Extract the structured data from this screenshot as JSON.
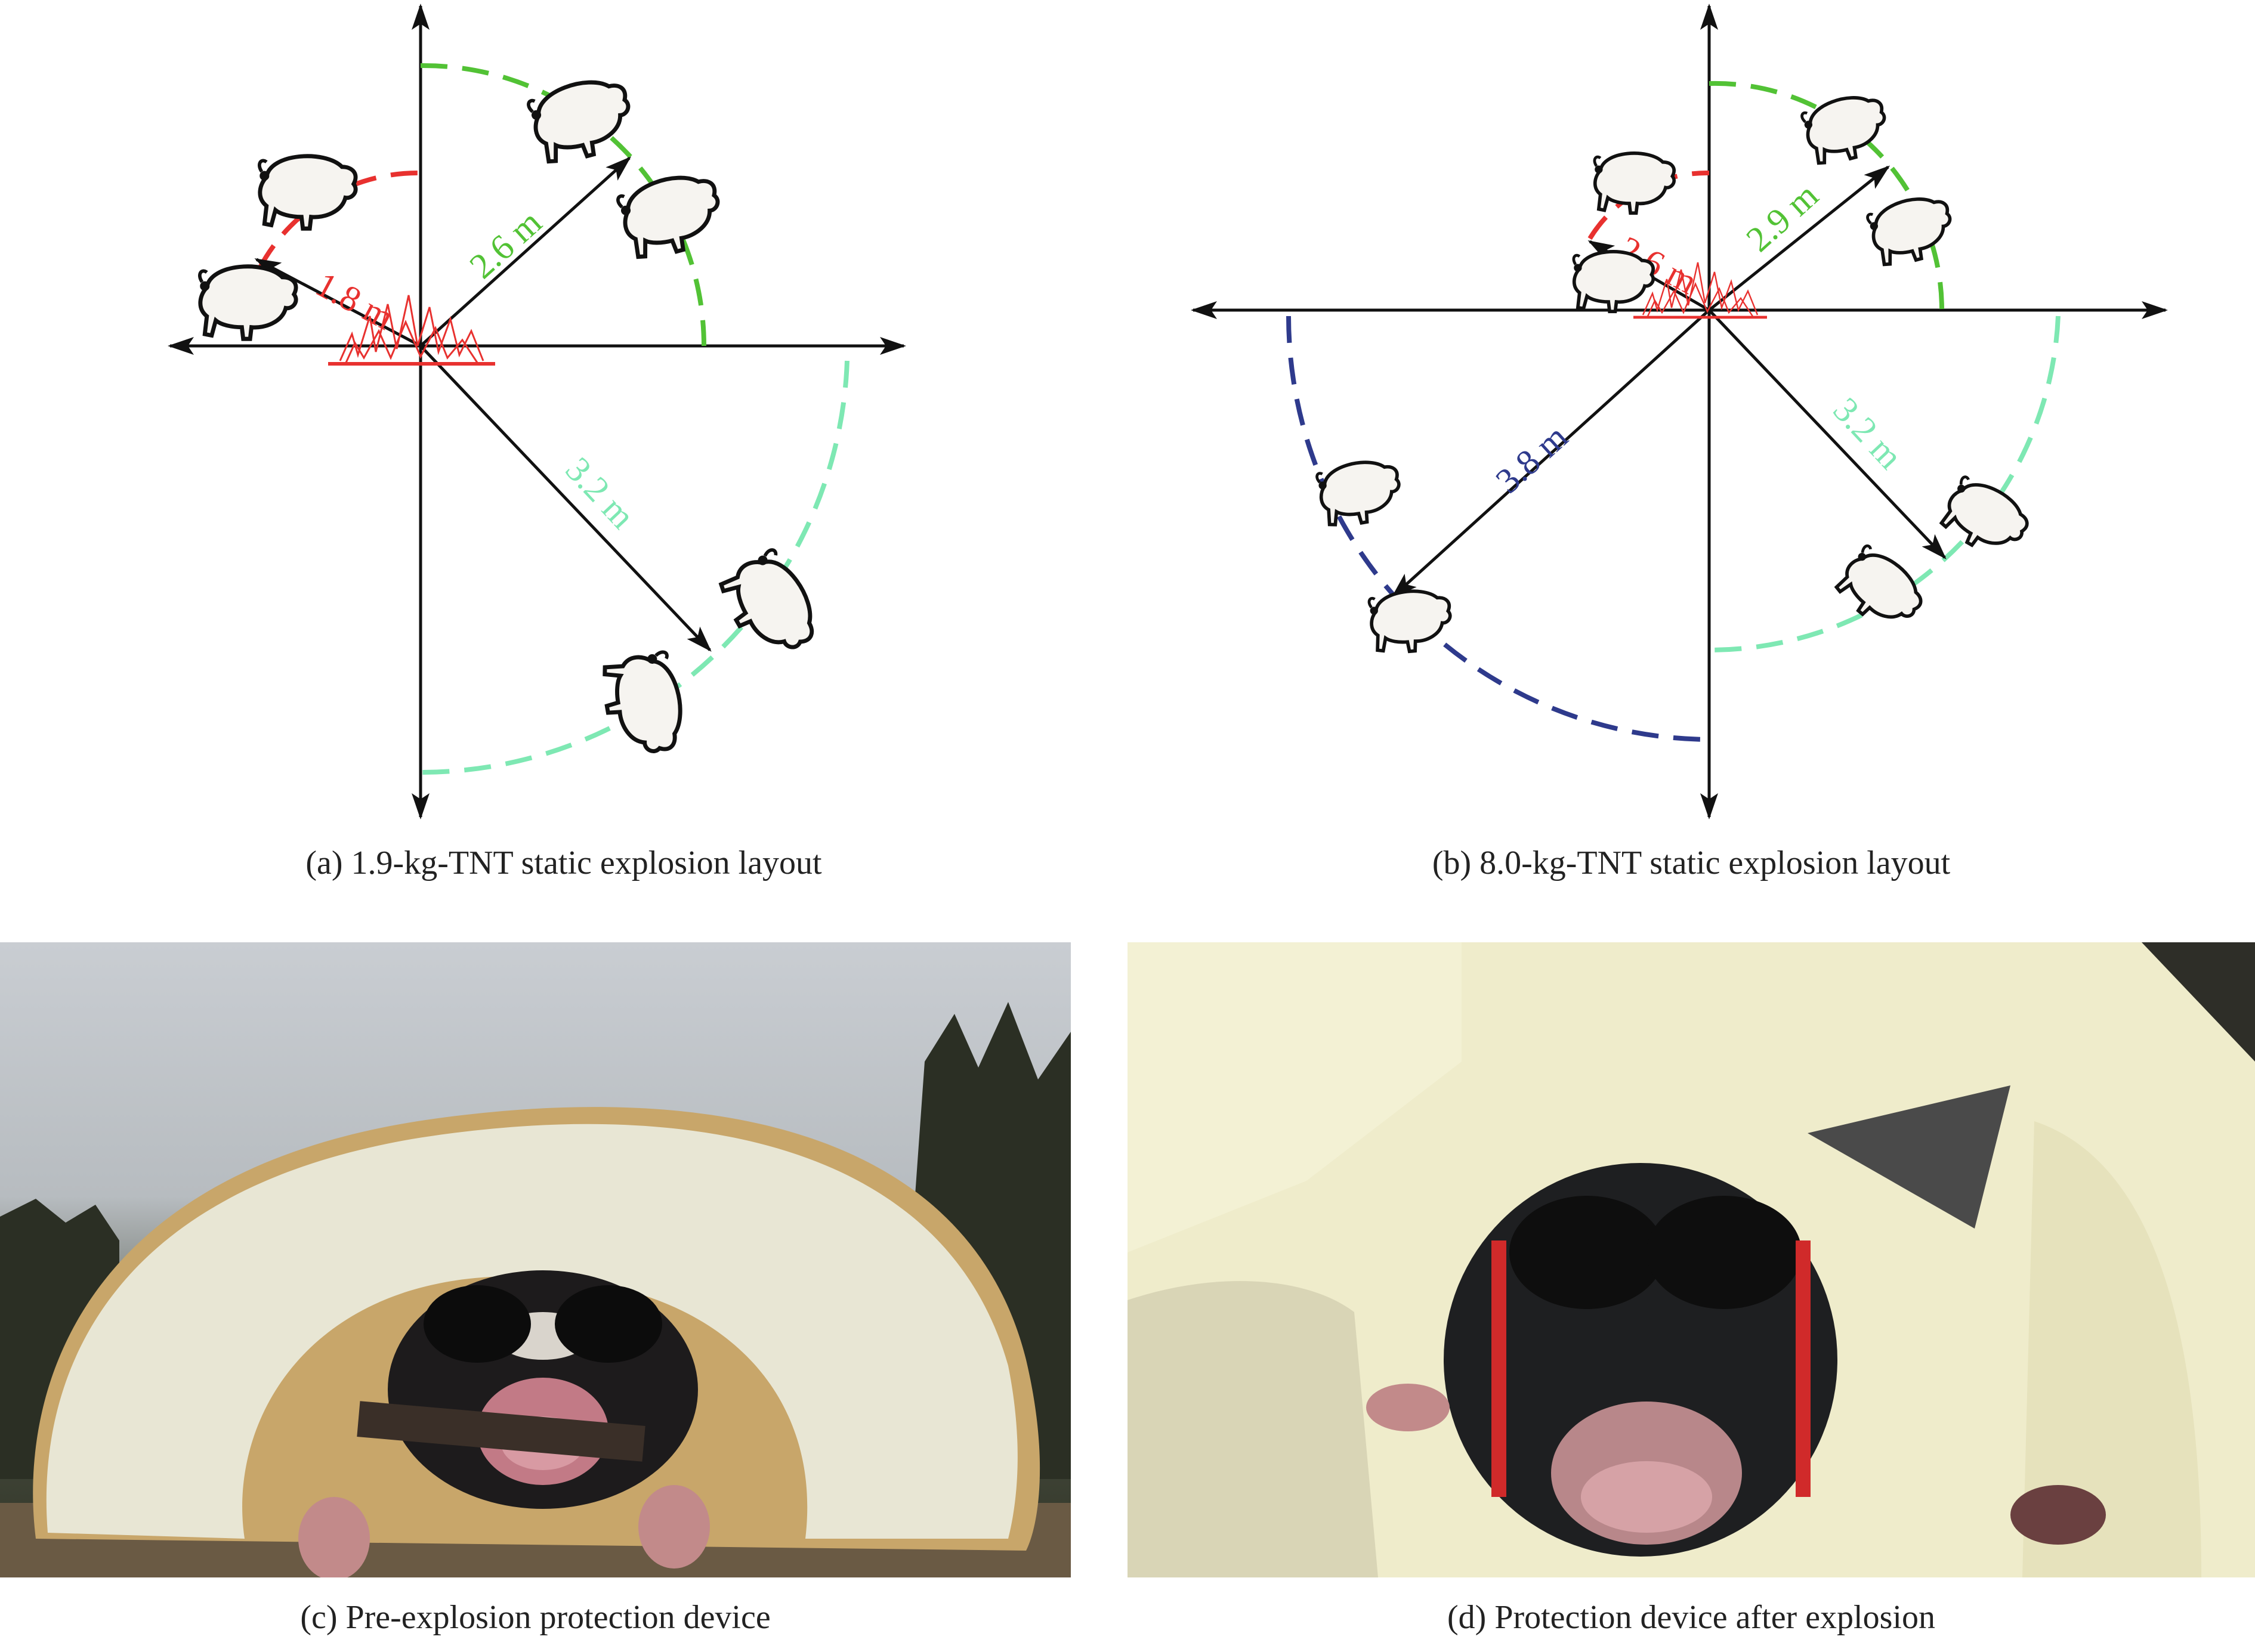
{
  "figure": {
    "panel_a": {
      "caption": "(a) 1.9-kg-TNT static explosion layout",
      "distances": [
        {
          "label": "1.8 m",
          "color": "#e8312f"
        },
        {
          "label": "2.6 m",
          "color": "#52c235"
        },
        {
          "label": "3.2 m",
          "color": "#7ee8b3"
        }
      ]
    },
    "panel_b": {
      "caption": "(b) 8.0-kg-TNT static explosion layout",
      "distances": [
        {
          "label": "2.6 m",
          "color": "#e8312f"
        },
        {
          "label": "2.9 m",
          "color": "#52c235"
        },
        {
          "label": "3.2 m",
          "color": "#7ee8b3"
        },
        {
          "label": "3.8 m",
          "color": "#2e3a8c"
        }
      ]
    },
    "panel_c": {
      "caption": "(c) Pre-explosion protection device"
    },
    "panel_d": {
      "caption": "(d) Protection device after explosion"
    }
  },
  "icons": [
    "pig-icon",
    "explosion-icon",
    "arrow-icon"
  ]
}
